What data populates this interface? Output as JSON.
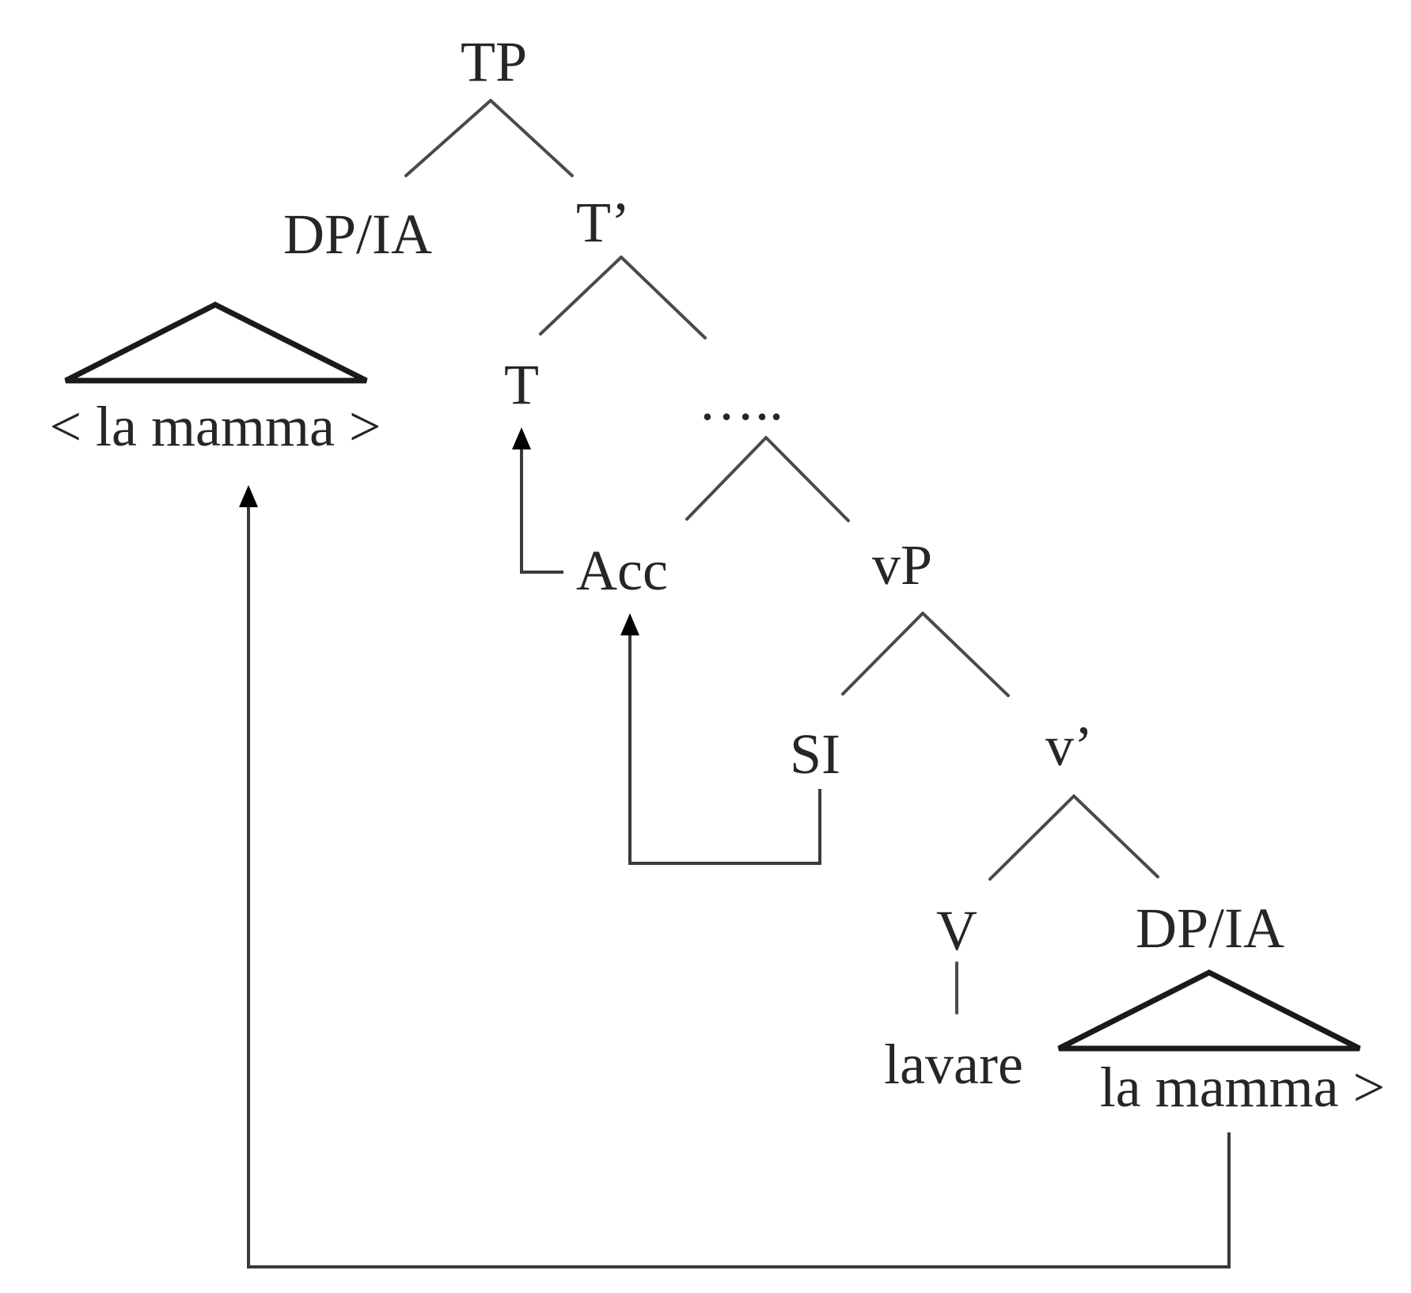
{
  "colors": {
    "text": "#262626",
    "highlight": "#1aa85a",
    "line": "#4a4a4a"
  },
  "nodes": {
    "tp": "TP",
    "dp_ia_top": "DP/IA",
    "t_bar": "T’",
    "t_head": "T",
    "ellipsis": "…..",
    "acc": "Acc",
    "vp": "vP",
    "si": "SI",
    "v_bar": "v’",
    "v_head": "V",
    "dp_ia_bottom": "DP/IA",
    "lavare": "lavare",
    "la_mamma_top": "< la mamma >",
    "la_mamma_bottom": "la mamma >"
  }
}
